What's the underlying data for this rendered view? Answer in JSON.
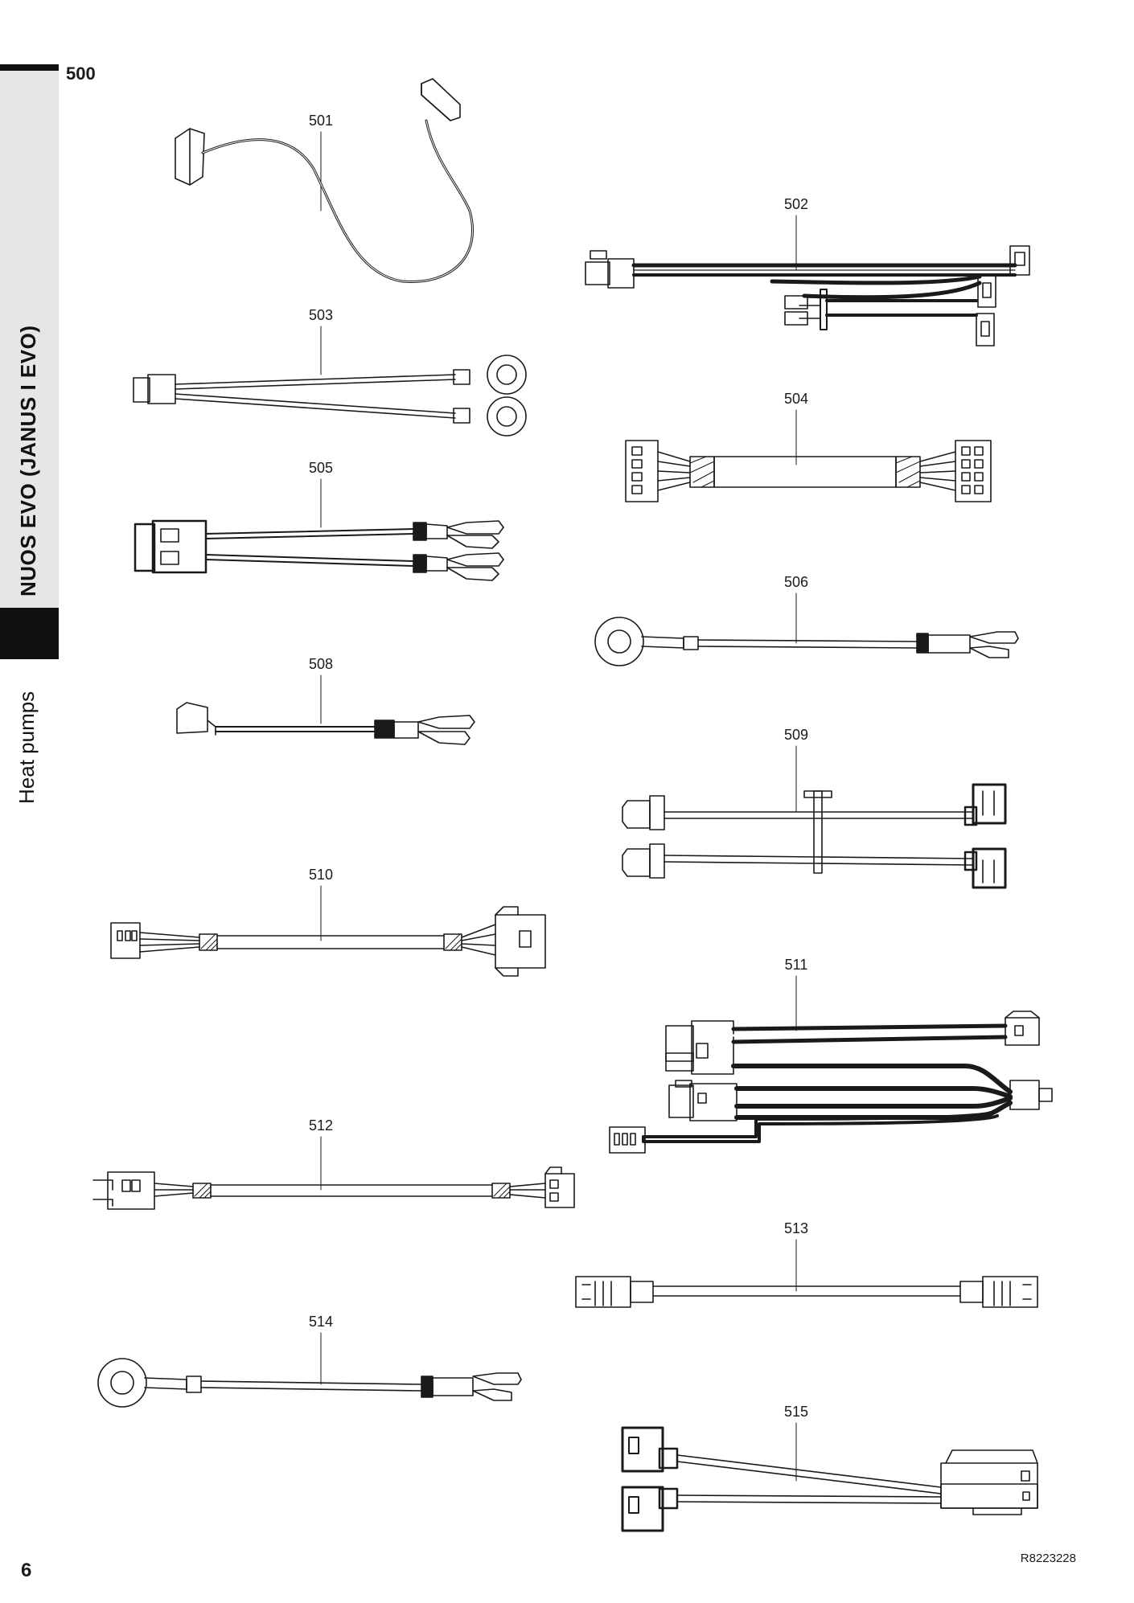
{
  "header": {
    "section_number": "500"
  },
  "sidebar": {
    "product_title": "NUOS EVO (JANUS I EVO)",
    "category": "Heat pumps"
  },
  "footer": {
    "page_number": "6",
    "document_ref": "R8223228"
  },
  "parts": [
    {
      "id": "501"
    },
    {
      "id": "502"
    },
    {
      "id": "503"
    },
    {
      "id": "504"
    },
    {
      "id": "505"
    },
    {
      "id": "506"
    },
    {
      "id": "508"
    },
    {
      "id": "509"
    },
    {
      "id": "510"
    },
    {
      "id": "511"
    },
    {
      "id": "512"
    },
    {
      "id": "513"
    },
    {
      "id": "514"
    },
    {
      "id": "515"
    }
  ],
  "colors": {
    "ink": "#1a1a1a",
    "sidebar_gray": "#e6e6e6",
    "sidebar_black": "#111111"
  }
}
